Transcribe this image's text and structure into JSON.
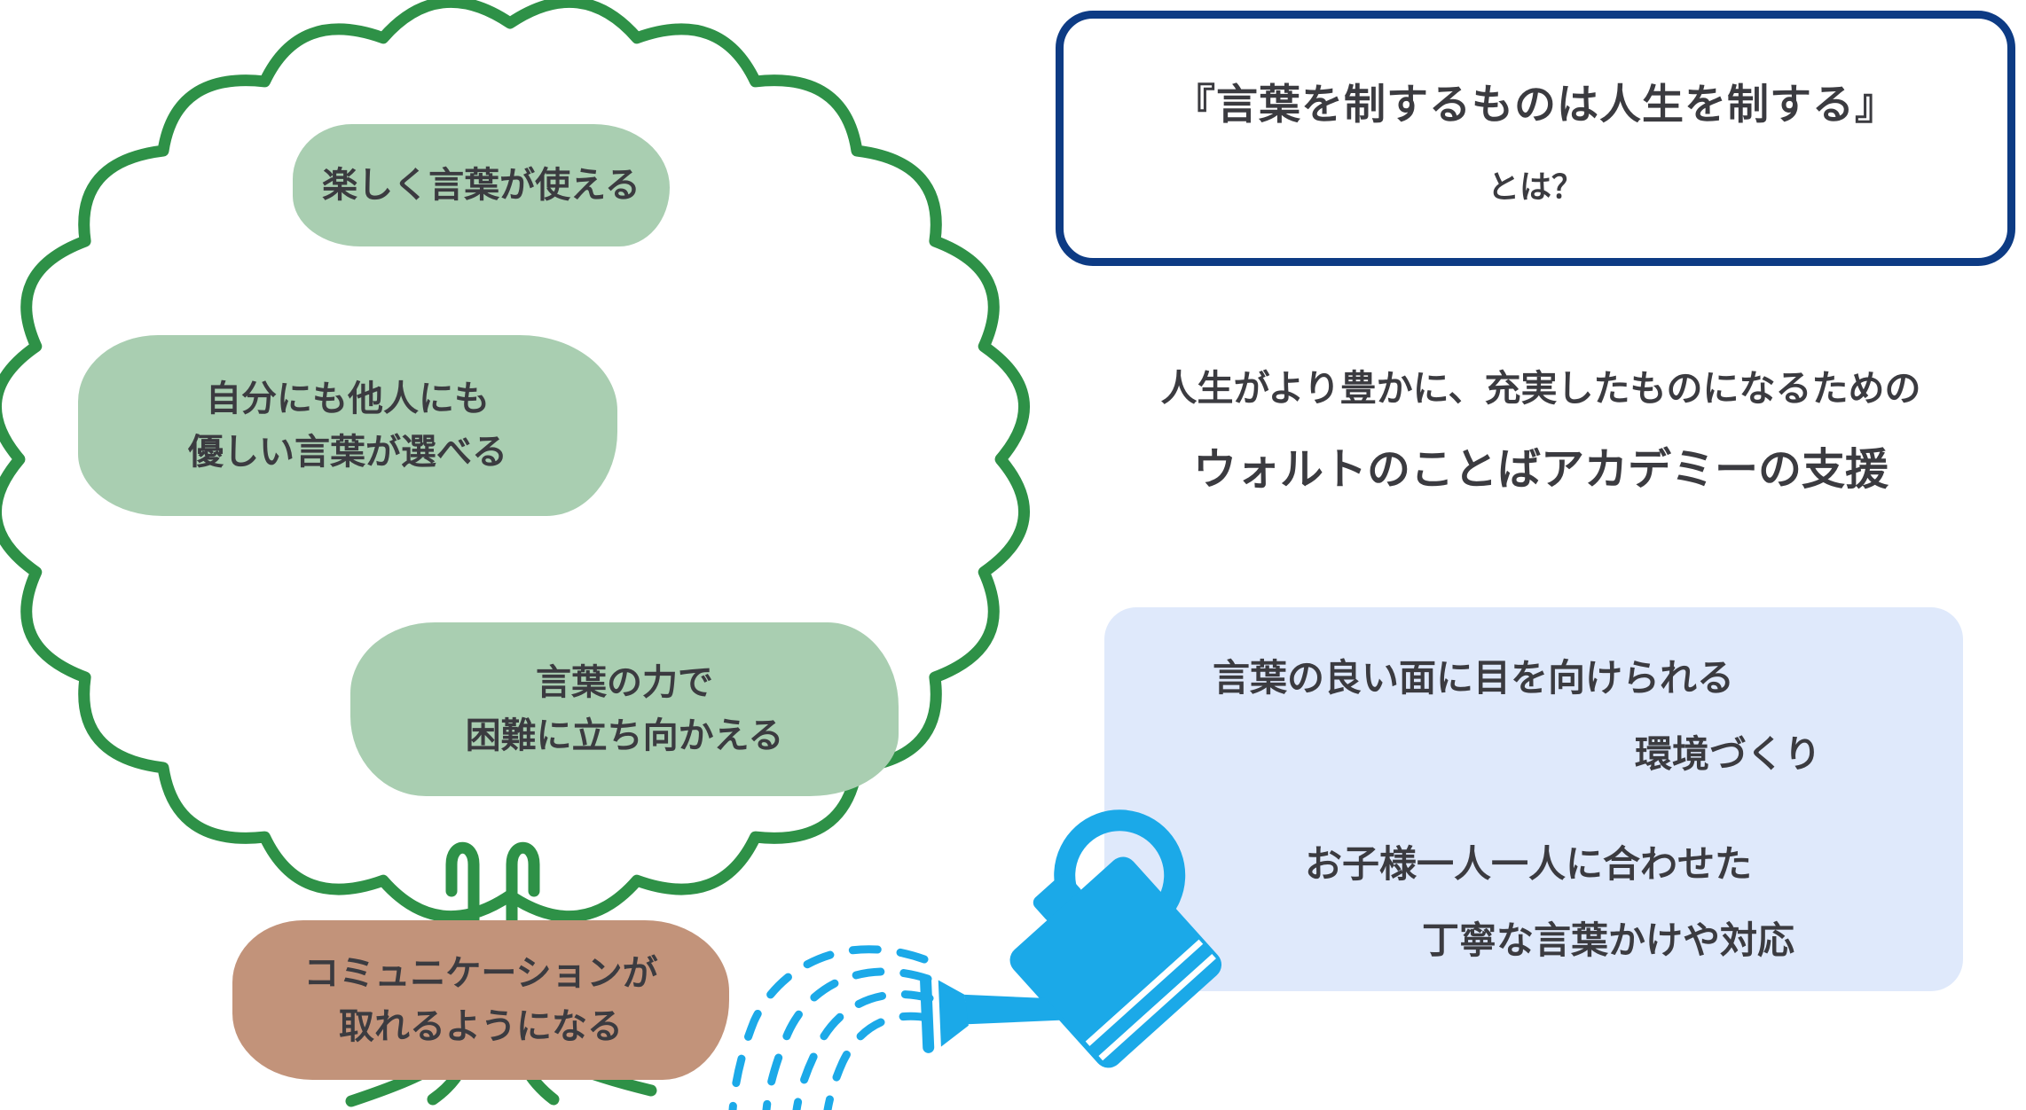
{
  "colors": {
    "background": "#ffffff",
    "tree_outline": "#2e9147",
    "leaf_bubble": "#a9ceb1",
    "root_bubble": "#c2937a",
    "text": "#3b3b40",
    "title_border": "#0d3b84",
    "support_bg": "#dfe9fb",
    "water": "#1ba9e8"
  },
  "tree": {
    "bubbles": [
      {
        "line1": "楽しく言葉が使える",
        "line2": ""
      },
      {
        "line1": "自分にも他人にも",
        "line2": "優しい言葉が選べる"
      },
      {
        "line1": "言葉の力で",
        "line2": "困難に立ち向かえる"
      },
      {
        "line1": "コミュニケーションが",
        "line2": "取れるようになる"
      }
    ]
  },
  "title_box": {
    "heading": "『言葉を制するものは人生を制する』",
    "subheading": "とは？"
  },
  "intro": {
    "line1": "人生がより豊かに、充実したものになるための",
    "line2": "ウォルトのことばアカデミーの支援"
  },
  "support_box": {
    "item1": {
      "line1": "言葉の良い面に目を向けられる",
      "line2": "環境づくり"
    },
    "item2": {
      "line1": "お子様一人一人に合わせた",
      "line2": "丁寧な言葉かけや対応"
    }
  },
  "icons": {
    "watering_can": "watering-can",
    "water_spray": "dashed-water-arcs"
  }
}
